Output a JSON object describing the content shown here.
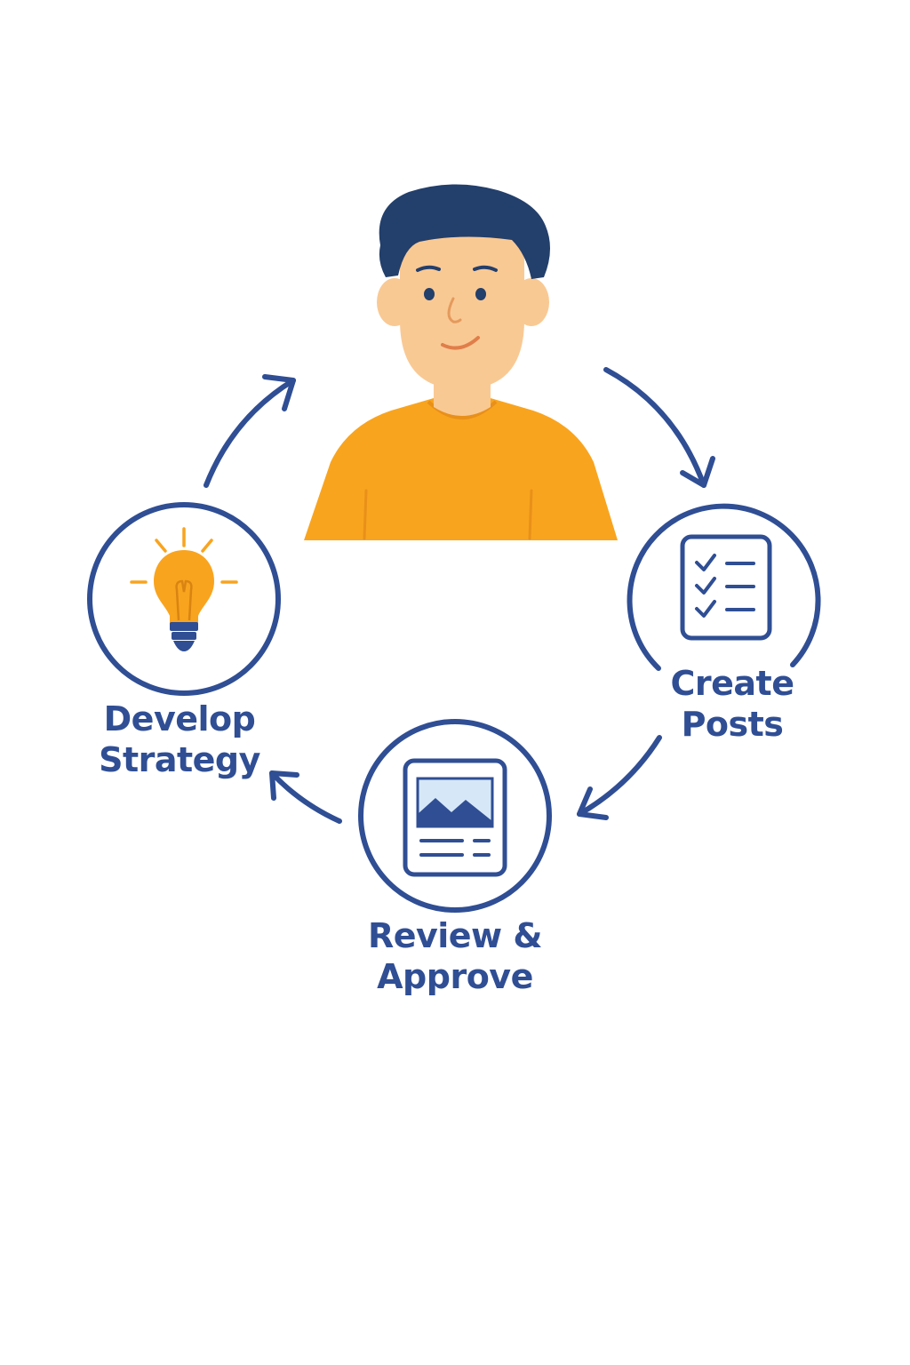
{
  "colors": {
    "primary": "#2F4E94",
    "accent": "#F9A41E",
    "skin": "#F9C994",
    "hair": "#233F6B",
    "image_fill": "#D6E8F7"
  },
  "center": {
    "icon": "person-icon"
  },
  "steps": [
    {
      "id": "develop",
      "line1": "Develop",
      "line2": "Strategy",
      "icon": "lightbulb-icon"
    },
    {
      "id": "create",
      "line1": "Create",
      "line2": "Posts",
      "icon": "checklist-icon"
    },
    {
      "id": "review",
      "line1": "Review &",
      "line2": "Approve",
      "icon": "document-image-icon"
    }
  ],
  "arrows": [
    {
      "from": "develop",
      "to": "person"
    },
    {
      "from": "person",
      "to": "create"
    },
    {
      "from": "create",
      "to": "review"
    },
    {
      "from": "review",
      "to": "develop"
    }
  ]
}
